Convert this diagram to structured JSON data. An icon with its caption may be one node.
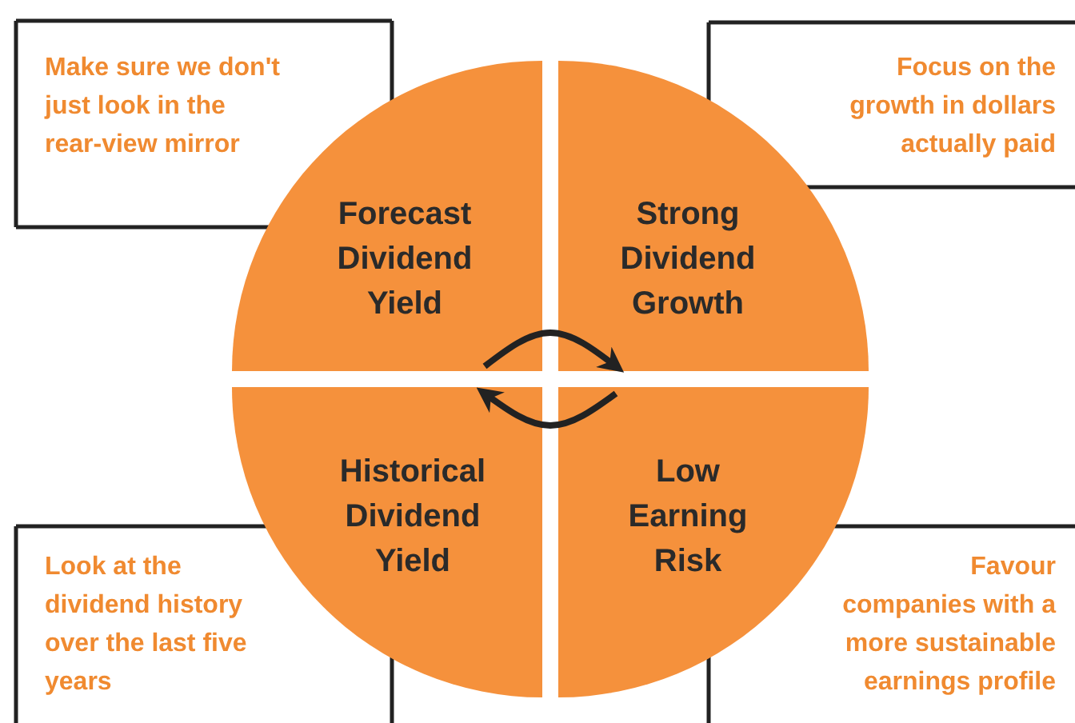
{
  "diagram": {
    "nodes": [
      {
        "text": [
          "Make sure we don't just look in the rear-view mirror"
        ]
      },
      {
        "text": [
          "Focus on the growth in dollars actually paid"
        ]
      },
      {
        "text": [
          "Forecast Dividend Yield"
        ]
      },
      {
        "text": [
          "Strong Dividend Growth"
        ]
      },
      {
        "text": [
          "Historical Dividend Yield"
        ]
      },
      {
        "text": [
          "Low Earning Risk"
        ]
      },
      {
        "text": [
          "Look at the dividend history over the last five years"
        ]
      },
      {
        "text": [
          "Favour companies with a more sustainable earnings profile"
        ]
      }
    ],
    "edges": [
      {
        "from": 2,
        "to": 3,
        "arrow": "to"
      },
      {
        "from": 5,
        "to": 4,
        "arrow": "to"
      }
    ]
  }
}
